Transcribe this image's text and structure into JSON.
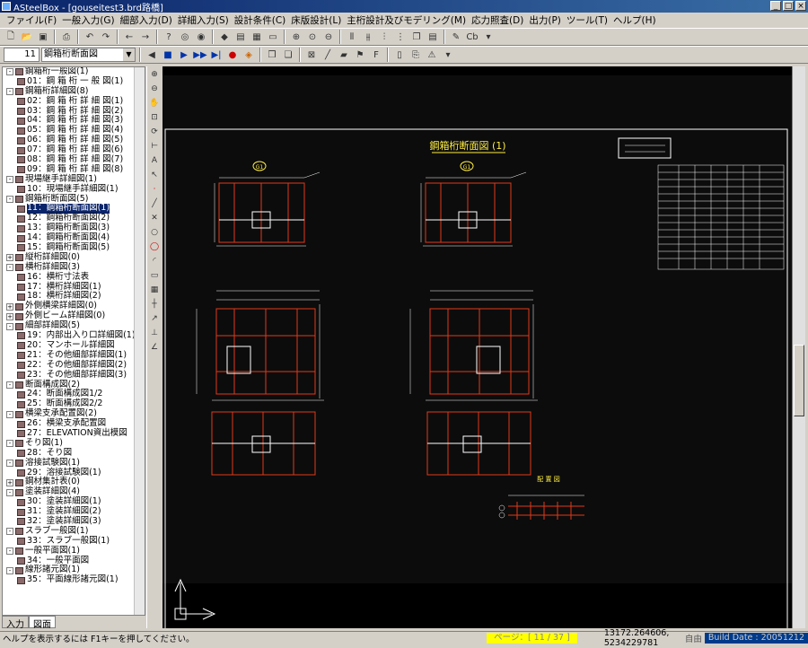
{
  "window": {
    "title": "ASteelBox - [gouseitest3.brd路橋]"
  },
  "menu": [
    "ファイル(F)",
    "一般入力(G)",
    "細部入力(D)",
    "詳細入力(S)",
    "設計条件(C)",
    "床版設計(L)",
    "主桁設計及びモデリング(M)",
    "応力照査(D)",
    "出力(P)",
    "ツール(T)",
    "ヘルプ(H)"
  ],
  "toolbar2": {
    "page_value": "11",
    "view_select": "鋼箱桁断面図"
  },
  "tree": [
    {
      "level": 1,
      "exp": "-",
      "label": "鋼箱桁一般図(1)"
    },
    {
      "level": 2,
      "label": "01：鋼 箱 桁 一 般 図(1)"
    },
    {
      "level": 1,
      "exp": "-",
      "label": "鋼箱桁詳細図(8)"
    },
    {
      "level": 2,
      "label": "02：鋼 箱 桁 詳 細 図(1)"
    },
    {
      "level": 2,
      "label": "03：鋼 箱 桁 詳 細 図(2)"
    },
    {
      "level": 2,
      "label": "04：鋼 箱 桁 詳 細 図(3)"
    },
    {
      "level": 2,
      "label": "05：鋼 箱 桁 詳 細 図(4)"
    },
    {
      "level": 2,
      "label": "06：鋼 箱 桁 詳 細 図(5)"
    },
    {
      "level": 2,
      "label": "07：鋼 箱 桁 詳 細 図(6)"
    },
    {
      "level": 2,
      "label": "08：鋼 箱 桁 詳 細 図(7)"
    },
    {
      "level": 2,
      "label": "09：鋼 箱 桁 詳 細 図(8)"
    },
    {
      "level": 1,
      "exp": "-",
      "label": "現場継手詳細図(1)"
    },
    {
      "level": 2,
      "label": "10：現場継手詳細図(1)"
    },
    {
      "level": 1,
      "exp": "-",
      "label": "鋼箱桁断面図(5)"
    },
    {
      "level": 2,
      "label": "11：鋼箱桁断面図(1)",
      "selected": true
    },
    {
      "level": 2,
      "label": "12：鋼箱桁断面図(2)"
    },
    {
      "level": 2,
      "label": "13：鋼箱桁断面図(3)"
    },
    {
      "level": 2,
      "label": "14：鋼箱桁断面図(4)"
    },
    {
      "level": 2,
      "label": "15：鋼箱桁断面図(5)"
    },
    {
      "level": 1,
      "exp": "+",
      "label": "縦桁詳細図(0)"
    },
    {
      "level": 1,
      "exp": "-",
      "label": "横桁詳細図(3)"
    },
    {
      "level": 2,
      "label": "16：横桁寸法表"
    },
    {
      "level": 2,
      "label": "17：横桁詳細図(1)"
    },
    {
      "level": 2,
      "label": "18：横桁詳細図(2)"
    },
    {
      "level": 1,
      "exp": "+",
      "label": "外側横梁詳細図(0)"
    },
    {
      "level": 1,
      "exp": "+",
      "label": "外側ビーム詳細図(0)"
    },
    {
      "level": 1,
      "exp": "-",
      "label": "細部詳細図(5)"
    },
    {
      "level": 2,
      "label": "19：内部出入り口詳細図(1) -"
    },
    {
      "level": 2,
      "label": "20：マンホール詳細図"
    },
    {
      "level": 2,
      "label": "21：その他細部詳細図(1)"
    },
    {
      "level": 2,
      "label": "22：その他細部詳細図(2)"
    },
    {
      "level": 2,
      "label": "23：その他細部詳細図(3)"
    },
    {
      "level": 1,
      "exp": "-",
      "label": "断面構成図(2)"
    },
    {
      "level": 2,
      "label": "24：断面構成図1/2"
    },
    {
      "level": 2,
      "label": "25：断面構成図2/2"
    },
    {
      "level": 1,
      "exp": "-",
      "label": "横梁支承配置図(2)"
    },
    {
      "level": 2,
      "label": "26：横梁支承配置図"
    },
    {
      "level": 2,
      "label": "27：ELEVATION資出模図"
    },
    {
      "level": 1,
      "exp": "-",
      "label": "そり図(1)"
    },
    {
      "level": 2,
      "label": "28：そり図"
    },
    {
      "level": 1,
      "exp": "-",
      "label": "溶接試験図(1)"
    },
    {
      "level": 2,
      "label": "29：溶接試験図(1)"
    },
    {
      "level": 1,
      "exp": "+",
      "label": "鋼材集計表(0)"
    },
    {
      "level": 1,
      "exp": "-",
      "label": "塗装詳細図(4)"
    },
    {
      "level": 2,
      "label": "30：塗装詳細図(1)"
    },
    {
      "level": 2,
      "label": "31：塗装詳細図(2)"
    },
    {
      "level": 2,
      "label": "32：塗装詳細図(3)"
    },
    {
      "level": 1,
      "exp": "-",
      "label": "スラブ一般図(1)"
    },
    {
      "level": 2,
      "label": "33：スラブ一般図(1)"
    },
    {
      "level": 1,
      "exp": "-",
      "label": "一般平面図(1)"
    },
    {
      "level": 2,
      "label": "34：一般平面図"
    },
    {
      "level": 1,
      "exp": "-",
      "label": "線形諸元図(1)"
    },
    {
      "level": 2,
      "label": "35：平面線形諸元図(1)"
    }
  ],
  "tabs": {
    "input": "入力",
    "drawing": "図面"
  },
  "drawing": {
    "title": "鋼箱桁断面図 (1)",
    "marker": "G1",
    "layout_label": "配 置 図"
  },
  "status": {
    "help": "ヘルプを表示するには F1キーを押してください。",
    "page": "ページ：[ 11 / 37 ]",
    "coords": "13172.264606, 5234229781",
    "mode": "自由",
    "build": "Build Date : 20051212"
  },
  "colors": {
    "steel_red": "#e03a1a",
    "cad_bg": "#000000",
    "highlight": "#0a246a"
  }
}
